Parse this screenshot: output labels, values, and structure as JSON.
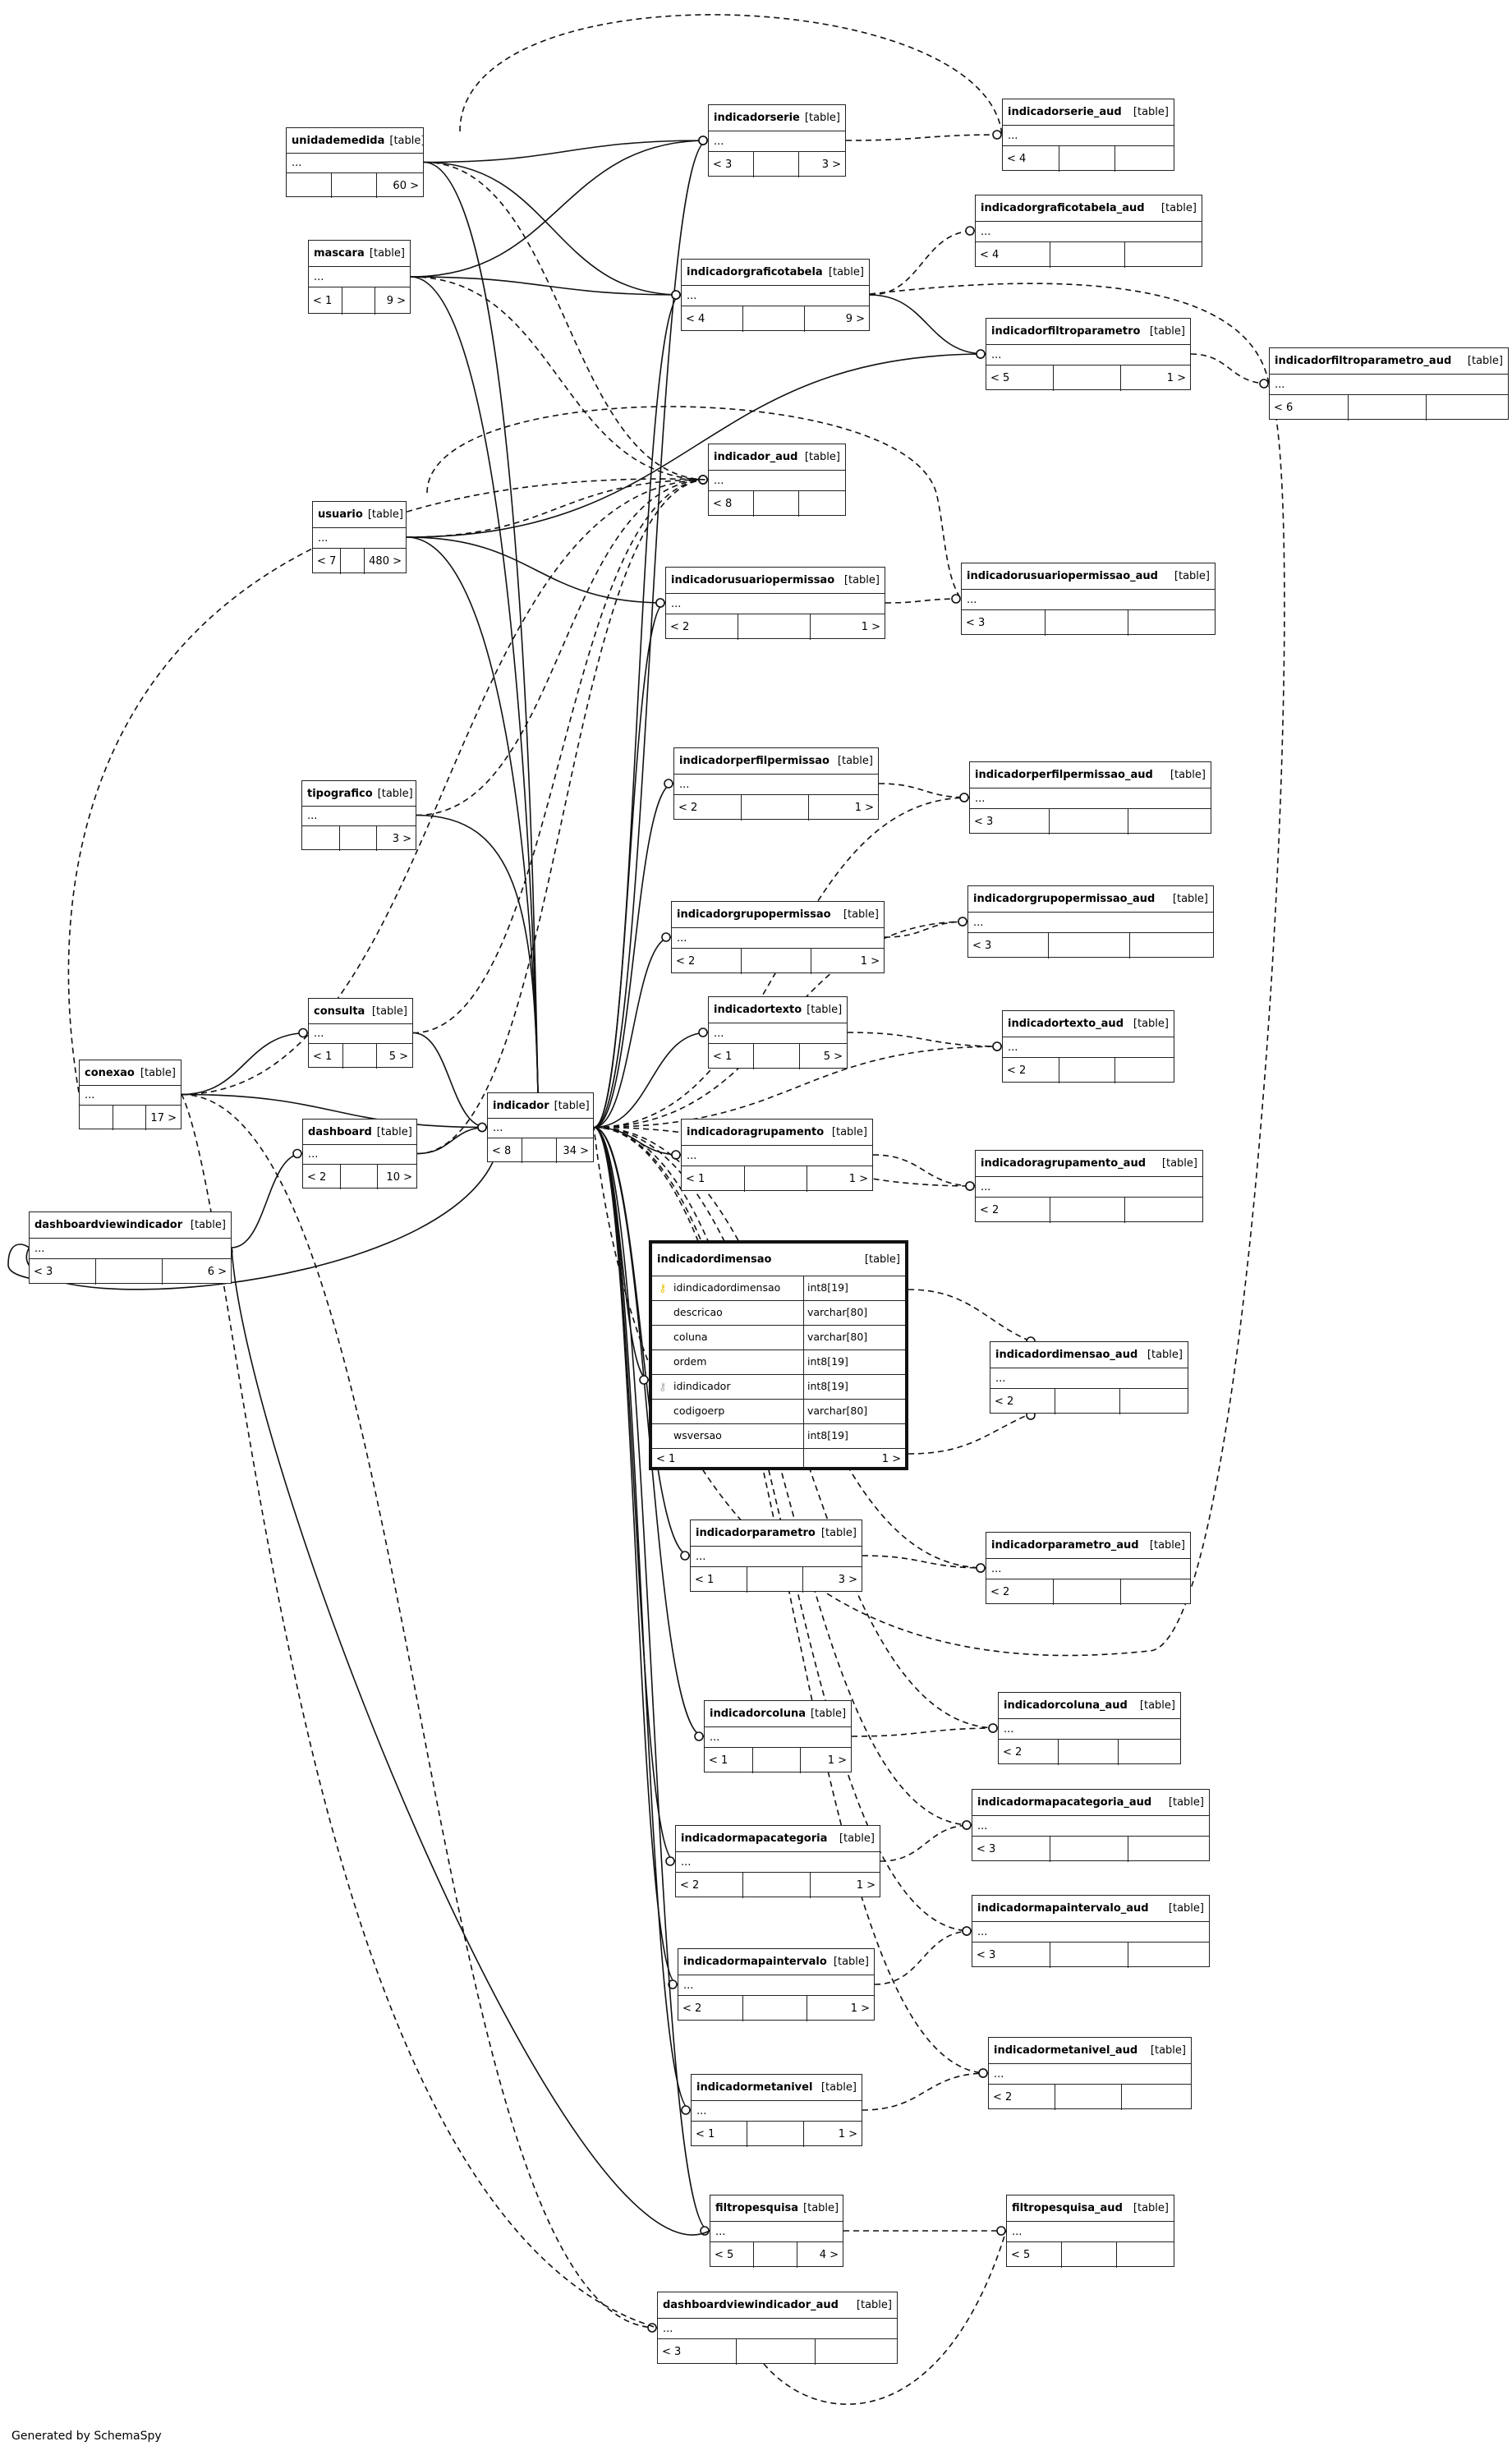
{
  "footer": "Generated by SchemaSpy",
  "kind_label": "[table]",
  "tables": {
    "unidademedida": {
      "name": "unidademedida",
      "ell": "...",
      "f1": "",
      "f2": "",
      "f3": "60 >"
    },
    "mascara": {
      "name": "mascara",
      "ell": "...",
      "f1": "< 1",
      "f2": "",
      "f3": "9 >"
    },
    "usuario": {
      "name": "usuario",
      "ell": "...",
      "f1": "< 7",
      "f2": "",
      "f3": "480 >"
    },
    "tipografico": {
      "name": "tipografico",
      "ell": "...",
      "f1": "",
      "f2": "",
      "f3": "3 >"
    },
    "consulta": {
      "name": "consulta",
      "ell": "...",
      "f1": "< 1",
      "f2": "",
      "f3": "5 >"
    },
    "conexao": {
      "name": "conexao",
      "ell": "...",
      "f1": "",
      "f2": "",
      "f3": "17 >"
    },
    "dashboard": {
      "name": "dashboard",
      "ell": "...",
      "f1": "< 2",
      "f2": "",
      "f3": "10 >"
    },
    "dashboardviewindicador": {
      "name": "dashboardviewindicador",
      "ell": "...",
      "f1": "< 3",
      "f2": "",
      "f3": "6 >"
    },
    "indicador": {
      "name": "indicador",
      "ell": "...",
      "f1": "< 8",
      "f2": "",
      "f3": "34 >"
    },
    "indicadorserie": {
      "name": "indicadorserie",
      "ell": "...",
      "f1": "< 3",
      "f2": "",
      "f3": "3 >"
    },
    "indicadorgraficotabela": {
      "name": "indicadorgraficotabela",
      "ell": "...",
      "f1": "< 4",
      "f2": "",
      "f3": "9 >"
    },
    "indicador_aud": {
      "name": "indicador_aud",
      "ell": "...",
      "f1": "< 8",
      "f2": "",
      "f3": ""
    },
    "indicadorusuariopermissao": {
      "name": "indicadorusuariopermissao",
      "ell": "...",
      "f1": "< 2",
      "f2": "",
      "f3": "1 >"
    },
    "indicadorperfilpermissao": {
      "name": "indicadorperfilpermissao",
      "ell": "...",
      "f1": "< 2",
      "f2": "",
      "f3": "1 >"
    },
    "indicadorgrupopermissao": {
      "name": "indicadorgrupopermissao",
      "ell": "...",
      "f1": "< 2",
      "f2": "",
      "f3": "1 >"
    },
    "indicadortexto": {
      "name": "indicadortexto",
      "ell": "...",
      "f1": "< 1",
      "f2": "",
      "f3": "5 >"
    },
    "indicadoragrupamento": {
      "name": "indicadoragrupamento",
      "ell": "...",
      "f1": "< 1",
      "f2": "",
      "f3": "1 >"
    },
    "indicadorparametro": {
      "name": "indicadorparametro",
      "ell": "...",
      "f1": "< 1",
      "f2": "",
      "f3": "3 >"
    },
    "indicadorcoluna": {
      "name": "indicadorcoluna",
      "ell": "...",
      "f1": "< 1",
      "f2": "",
      "f3": "1 >"
    },
    "indicadormapacategoria": {
      "name": "indicadormapacategoria",
      "ell": "...",
      "f1": "< 2",
      "f2": "",
      "f3": "1 >"
    },
    "indicadormapaintervalo": {
      "name": "indicadormapaintervalo",
      "ell": "...",
      "f1": "< 2",
      "f2": "",
      "f3": "1 >"
    },
    "indicadormetanivel": {
      "name": "indicadormetanivel",
      "ell": "...",
      "f1": "< 1",
      "f2": "",
      "f3": "1 >"
    },
    "filtropesquisa": {
      "name": "filtropesquisa",
      "ell": "...",
      "f1": "< 5",
      "f2": "",
      "f3": "4 >"
    },
    "dashboardviewindicador_aud": {
      "name": "dashboardviewindicador_aud",
      "ell": "...",
      "f1": "< 3",
      "f2": "",
      "f3": ""
    },
    "indicadorserie_aud": {
      "name": "indicadorserie_aud",
      "ell": "...",
      "f1": "< 4",
      "f2": "",
      "f3": ""
    },
    "indicadorgraficotabela_aud": {
      "name": "indicadorgraficotabela_aud",
      "ell": "...",
      "f1": "< 4",
      "f2": "",
      "f3": ""
    },
    "indicadorfiltroparametro": {
      "name": "indicadorfiltroparametro",
      "ell": "...",
      "f1": "< 5",
      "f2": "",
      "f3": "1 >"
    },
    "indicadorfiltroparametro_aud": {
      "name": "indicadorfiltroparametro_aud",
      "ell": "...",
      "f1": "< 6",
      "f2": "",
      "f3": ""
    },
    "indicadorusuariopermissao_aud": {
      "name": "indicadorusuariopermissao_aud",
      "ell": "...",
      "f1": "< 3",
      "f2": "",
      "f3": ""
    },
    "indicadorperfilpermissao_aud": {
      "name": "indicadorperfilpermissao_aud",
      "ell": "...",
      "f1": "< 3",
      "f2": "",
      "f3": ""
    },
    "indicadorgrupopermissao_aud": {
      "name": "indicadorgrupopermissao_aud",
      "ell": "...",
      "f1": "< 3",
      "f2": "",
      "f3": ""
    },
    "indicadortexto_aud": {
      "name": "indicadortexto_aud",
      "ell": "...",
      "f1": "< 2",
      "f2": "",
      "f3": ""
    },
    "indicadoragrupamento_aud": {
      "name": "indicadoragrupamento_aud",
      "ell": "...",
      "f1": "< 2",
      "f2": "",
      "f3": ""
    },
    "indicadordimensao_aud": {
      "name": "indicadordimensao_aud",
      "ell": "...",
      "f1": "< 2",
      "f2": "",
      "f3": ""
    },
    "indicadorparametro_aud": {
      "name": "indicadorparametro_aud",
      "ell": "...",
      "f1": "< 2",
      "f2": "",
      "f3": ""
    },
    "indicadorcoluna_aud": {
      "name": "indicadorcoluna_aud",
      "ell": "...",
      "f1": "< 2",
      "f2": "",
      "f3": ""
    },
    "indicadormapacategoria_aud": {
      "name": "indicadormapacategoria_aud",
      "ell": "...",
      "f1": "< 3",
      "f2": "",
      "f3": ""
    },
    "indicadormapaintervalo_aud": {
      "name": "indicadormapaintervalo_aud",
      "ell": "...",
      "f1": "< 3",
      "f2": "",
      "f3": ""
    },
    "indicadormetanivel_aud": {
      "name": "indicadormetanivel_aud",
      "ell": "...",
      "f1": "< 2",
      "f2": "",
      "f3": ""
    },
    "filtropesquisa_aud": {
      "name": "filtropesquisa_aud",
      "ell": "...",
      "f1": "< 5",
      "f2": "",
      "f3": ""
    }
  },
  "focus": {
    "name": "indicadordimensao",
    "kind": "[table]",
    "columns": [
      {
        "name": "idindicadordimensao",
        "type": "int8[19]",
        "key": "pk"
      },
      {
        "name": "descricao",
        "type": "varchar[80]",
        "key": ""
      },
      {
        "name": "coluna",
        "type": "varchar[80]",
        "key": ""
      },
      {
        "name": "ordem",
        "type": "int8[19]",
        "key": ""
      },
      {
        "name": "idindicador",
        "type": "int8[19]",
        "key": "fk"
      },
      {
        "name": "codigoerp",
        "type": "varchar[80]",
        "key": ""
      },
      {
        "name": "wsversao",
        "type": "int8[19]",
        "key": ""
      }
    ],
    "footer_left": "< 1",
    "footer_right": "1 >"
  }
}
